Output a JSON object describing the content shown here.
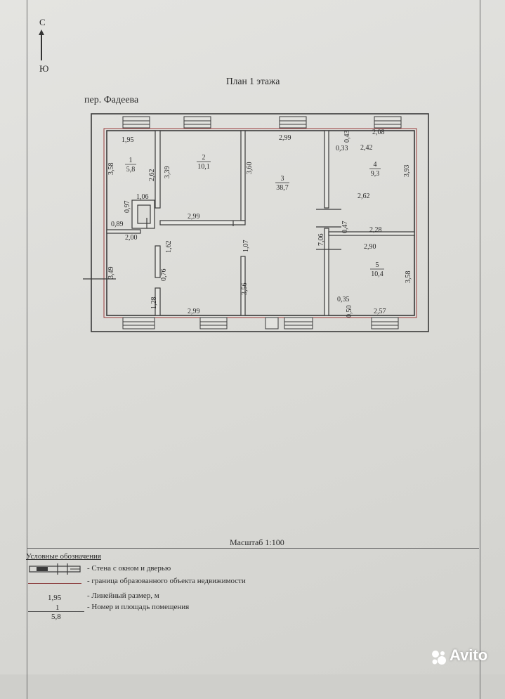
{
  "compass": {
    "north": "С",
    "south": "Ю"
  },
  "plan_title": "План 1 этажа",
  "street": "пер. Фадеева",
  "rooms": [
    {
      "number": "1",
      "area": "5,8"
    },
    {
      "number": "2",
      "area": "10,1"
    },
    {
      "number": "3",
      "area": "38,7"
    },
    {
      "number": "4",
      "area": "9,3"
    },
    {
      "number": "5",
      "area": "10,4"
    }
  ],
  "dimensions": {
    "d_195": "1,95",
    "d_358a": "3,58",
    "d_262a": "2,62",
    "d_339": "3,39",
    "d_360": "3,60",
    "d_299top": "2,99",
    "d_043": "0,43",
    "d_208": "2,08",
    "d_033": "0,33",
    "d_242": "2,42",
    "d_393": "3,93",
    "d_106": "1,06",
    "d_097": "0,97",
    "d_089": "0,89",
    "d_200": "2,00",
    "d_299mid": "2,99",
    "d_262b": "2,62",
    "d_047": "0,47",
    "d_228": "2,28",
    "d_706": "7,06",
    "d_162": "1,62",
    "d_107": "1,07",
    "d_290": "2,90",
    "d_349": "3,49",
    "d_076": "0,76",
    "d_356": "3,56",
    "d_358b": "3,58",
    "d_128": "1,28",
    "d_299bot": "2,99",
    "d_035": "0,35",
    "d_050": "0,50",
    "d_257": "2,57"
  },
  "scale": "Масштаб 1:100",
  "legend": {
    "title": "Условные обозначения",
    "wall_desc": "- Стена с окном и дверью",
    "boundary_desc": "- граница образованного объекта недвижимости",
    "dim_sample": "1,95",
    "dim_desc": "- Линейный размер, м",
    "num_sample": "1",
    "area_sample": "5,8",
    "num_desc": "- Номер и площадь помещения"
  },
  "watermark": "Avito",
  "colors": {
    "wall": "#3a3a3a",
    "boundary": "#9a3b3b",
    "paper": "#dcdcd8"
  }
}
